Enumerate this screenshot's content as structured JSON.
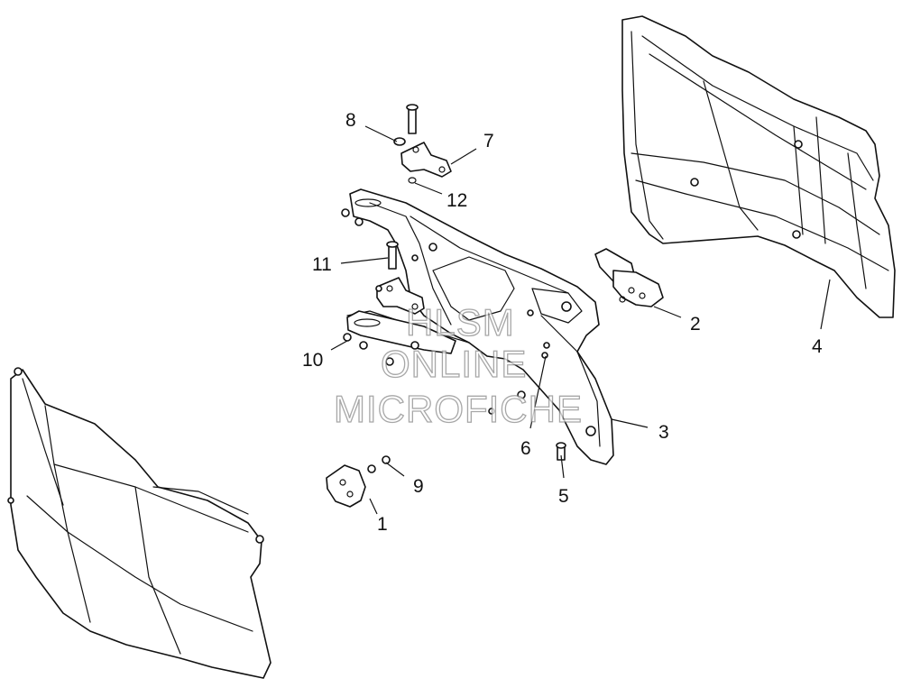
{
  "callouts": {
    "c1": "1",
    "c2": "2",
    "c3": "3",
    "c4": "4",
    "c5": "5",
    "c6": "6",
    "c7": "7",
    "c8": "8",
    "c9": "9",
    "c10": "10",
    "c11": "11",
    "c12": "12"
  },
  "watermark": {
    "line1": "HLSM",
    "line2": "ONLINE",
    "line3": "MICROFICHE"
  }
}
